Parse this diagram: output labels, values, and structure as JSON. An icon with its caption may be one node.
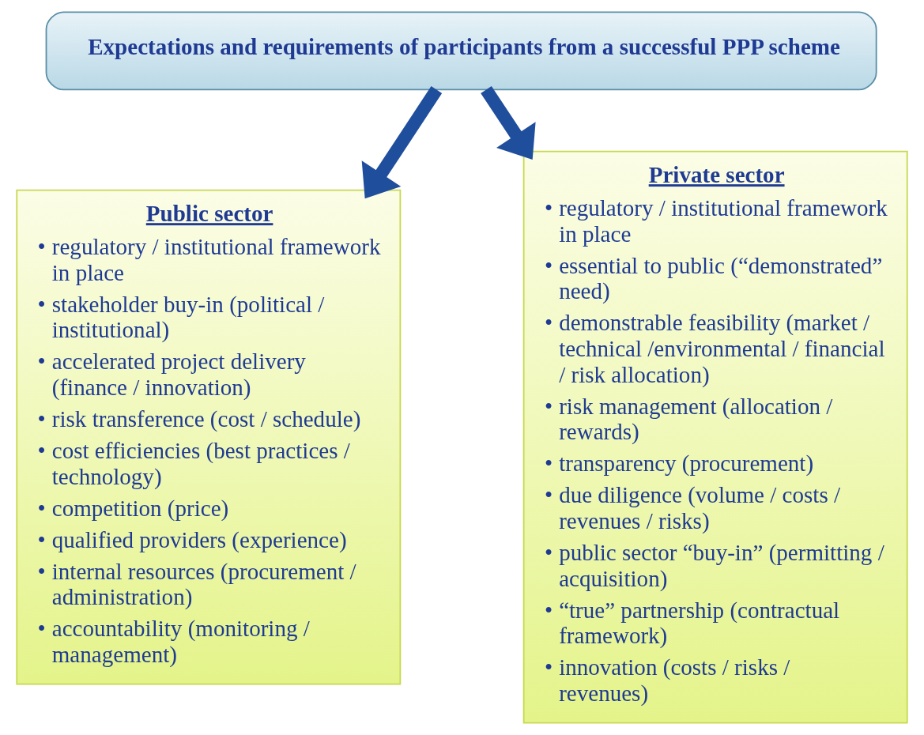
{
  "diagram": {
    "nodes": [
      {
        "text": [
          "Expectations and requirements of participants from a successful PPP scheme"
        ]
      },
      {
        "text": [
          "Public sector",
          "• regulatory / institutional framework in place",
          "• stakeholder buy-in (political / institutional)",
          "• accelerated project delivery (finance / innovation)",
          "• risk transference (cost / schedule)",
          "• cost efficiencies (best practices / technology)",
          "• competition (price)",
          "• qualified providers (experience)",
          "• internal resources (procurement / administration)",
          "• accountability (monitoring / management)"
        ]
      },
      {
        "text": [
          "Private sector",
          "• regulatory / institutional framework in place",
          "• essential to public (“demonstrated” need)",
          "• demonstrable feasibility (market / technical /environmental / financial / risk allocation)",
          "• risk management (allocation / rewards)",
          "• transparency (procurement)",
          "• due diligence (volume / costs / revenues / risks)",
          "• public sector “buy-in” (permitting / acquisition)",
          "• “true” partnership (contractual framework)",
          "• innovation (costs / risks / revenues)"
        ]
      }
    ],
    "edges": [
      {
        "from": 0,
        "to": 1,
        "arrow": "to"
      },
      {
        "from": 0,
        "to": 2,
        "arrow": "to"
      }
    ]
  }
}
